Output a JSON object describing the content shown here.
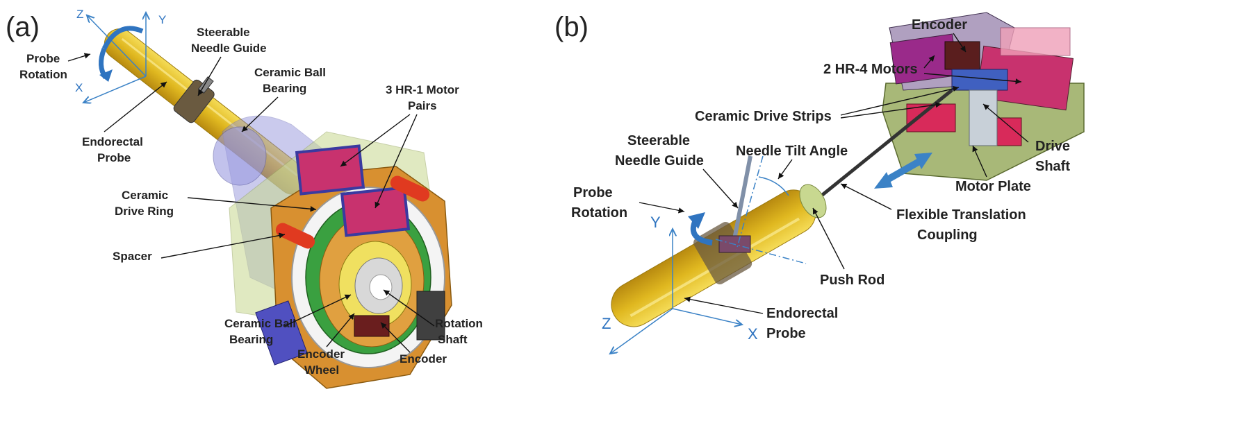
{
  "panels": {
    "a": {
      "panel_label": "(a)",
      "axes": {
        "z": "Z",
        "y": "Y",
        "x": "X"
      },
      "labels": {
        "probe_rotation": [
          "Probe",
          "Rotation"
        ],
        "steerable_needle_guide": [
          "Steerable",
          "Needle Guide"
        ],
        "ceramic_ball_bearing_top": [
          "Ceramic Ball",
          "Bearing"
        ],
        "hr1_motor_pairs": [
          "3 HR-1 Motor",
          "Pairs"
        ],
        "endorectal_probe": [
          "Endorectal",
          "Probe"
        ],
        "ceramic_drive_ring": [
          "Ceramic",
          "Drive Ring"
        ],
        "spacer": "Spacer",
        "ceramic_ball_bearing_bottom": [
          "Ceramic Ball",
          "Bearing"
        ],
        "encoder_wheel": [
          "Encoder",
          "Wheel"
        ],
        "encoder": "Encoder",
        "rotation_shaft": [
          "Rotation",
          "Shaft"
        ]
      }
    },
    "b": {
      "panel_label": "(b)",
      "axes": {
        "z": "Z",
        "y": "Y",
        "x": "X"
      },
      "labels": {
        "encoder": "Encoder",
        "hr4_motors": "2 HR-4 Motors",
        "ceramic_drive_strips": "Ceramic Drive Strips",
        "steerable_needle_guide": [
          "Steerable",
          "Needle Guide"
        ],
        "needle_tilt_angle": "Needle Tilt Angle",
        "drive_shaft": [
          "Drive",
          "Shaft"
        ],
        "motor_plate": "Motor Plate",
        "probe_rotation": [
          "Probe",
          "Rotation"
        ],
        "flexible_translation_coupling": [
          "Flexible Translation",
          "Coupling"
        ],
        "push_rod": "Push Rod",
        "endorectal_probe": [
          "Endorectal",
          "Probe"
        ]
      }
    }
  },
  "colors": {
    "probe_yellow": "#e8c020",
    "motor_magenta": "#c8326e",
    "frame_orange": "#d89030",
    "cone_blue": "#8c8cd8",
    "cone_green": "#c8d890",
    "axis_blue": "#3b82c6",
    "plate_green": "#a8b878"
  }
}
